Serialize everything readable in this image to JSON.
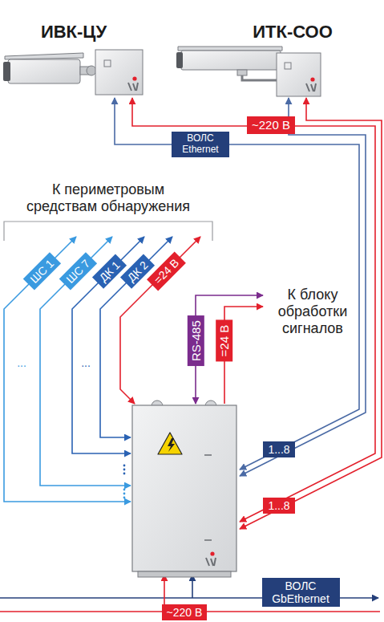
{
  "diagram": {
    "nodes": [
      {
        "text": [
          "ИВК-ЦУ"
        ]
      },
      {
        "text": [
          "ИТК-СОО"
        ]
      },
      {
        "text": [
          "ВОЛС Ethernet"
        ]
      },
      {
        "text": [
          "~220 В"
        ]
      },
      {
        "text": [
          "ШС 1"
        ]
      },
      {
        "text": [
          "ШС 7"
        ]
      },
      {
        "text": [
          "ДК 1"
        ]
      },
      {
        "text": [
          "ДК 2"
        ]
      },
      {
        "text": [
          "=24 В"
        ]
      },
      {
        "text": [
          "RS-485"
        ]
      },
      {
        "text": [
          "=24 В"
        ]
      },
      {
        "text": [
          "1...8"
        ]
      },
      {
        "text": [
          "1...8"
        ]
      },
      {
        "text": [
          "ВОЛС GbEthernet"
        ]
      },
      {
        "text": [
          "~220 В"
        ]
      }
    ],
    "labels": [
      "К периметровым средствам обнаружения",
      "...",
      "...",
      "К блоку обработки сигналов"
    ]
  }
}
